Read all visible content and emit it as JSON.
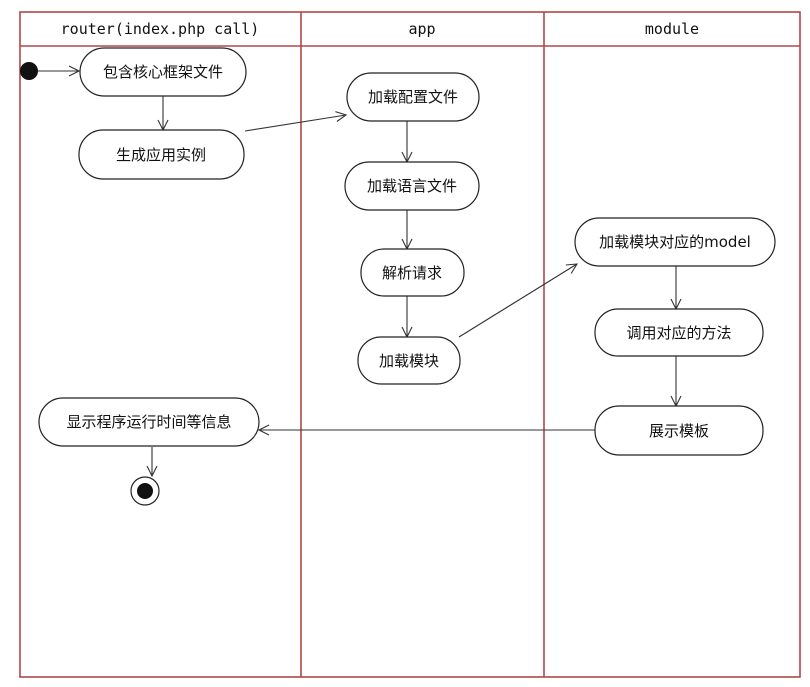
{
  "lanes": {
    "router": "router(index.php call)",
    "app": "app",
    "module": "module"
  },
  "nodes": {
    "include_core": "包含核心框架文件",
    "create_instance": "生成应用实例",
    "load_config": "加载配置文件",
    "load_lang": "加载语言文件",
    "parse_request": "解析请求",
    "load_module": "加载模块",
    "load_model": "加载模块对应的model",
    "call_method": "调用对应的方法",
    "show_template": "展示模板",
    "show_runtime": "显示程序运行时间等信息"
  },
  "colors": {
    "swimlane_border": "#b04848",
    "node_border": "#222222",
    "arrow": "#333333"
  }
}
